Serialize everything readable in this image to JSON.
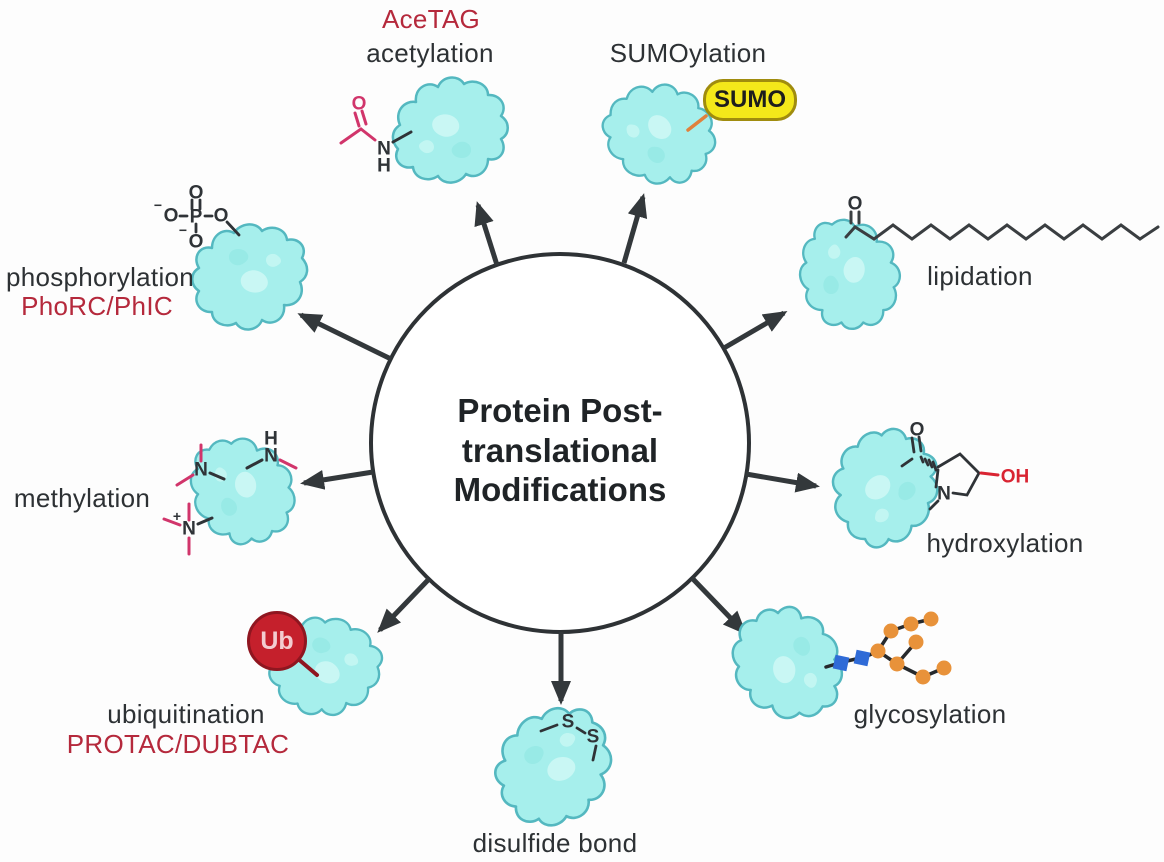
{
  "figure": {
    "center_title_lines": [
      "Protein Post-",
      "translational",
      "Modifications"
    ]
  },
  "modifications": {
    "acetylation": {
      "tag": "AceTAG",
      "label": "acetylation"
    },
    "sumoylation": {
      "label": "SUMOylation",
      "badge": "SUMO"
    },
    "lipidation": {
      "label": "lipidation"
    },
    "hydroxylation": {
      "label": "hydroxylation"
    },
    "glycosylation": {
      "label": "glycosylation"
    },
    "disulfide": {
      "label": "disulfide bond"
    },
    "ubiquitination": {
      "label": "ubiquitination",
      "tag": "PROTAC/DUBTAC",
      "badge": "Ub"
    },
    "methylation": {
      "label": "methylation"
    },
    "phosphorylation": {
      "label": "phosphorylation",
      "tag": "PhoRC/PhIC"
    }
  },
  "chem_labels": {
    "acetyl": {
      "o": "O",
      "n": "N",
      "h": "H"
    },
    "phosphate": {
      "o_top": "O",
      "p": "P",
      "o_left": "O",
      "o_right": "O",
      "o_bottom": "O",
      "charge_left": "−",
      "charge_bottom": "−"
    },
    "methyl": {
      "n_top_left": "N",
      "n_top_right": "N",
      "h_top_right": "H",
      "n_bottom": "N",
      "charge_bottom": "+"
    },
    "disulfide": {
      "s_left": "S",
      "s_right": "S"
    },
    "hydroxyl": {
      "o": "O",
      "n": "N",
      "oh": "OH"
    },
    "lipid": {
      "o": "O"
    }
  },
  "colors": {
    "protein_fill": "#a6efec",
    "protein_stroke": "#54b8c0",
    "arrow": "#33383b",
    "red_text": "#b5293c",
    "sumo_fill": "#f4e81a",
    "sumo_border": "#a08c0e",
    "ub_fill": "#c5202c",
    "ub_border": "#8f1620",
    "pink_bond": "#d1356b",
    "oh_red": "#d92432",
    "glyco_blue": "#2f6bd7",
    "glyco_orange": "#e8923a"
  }
}
